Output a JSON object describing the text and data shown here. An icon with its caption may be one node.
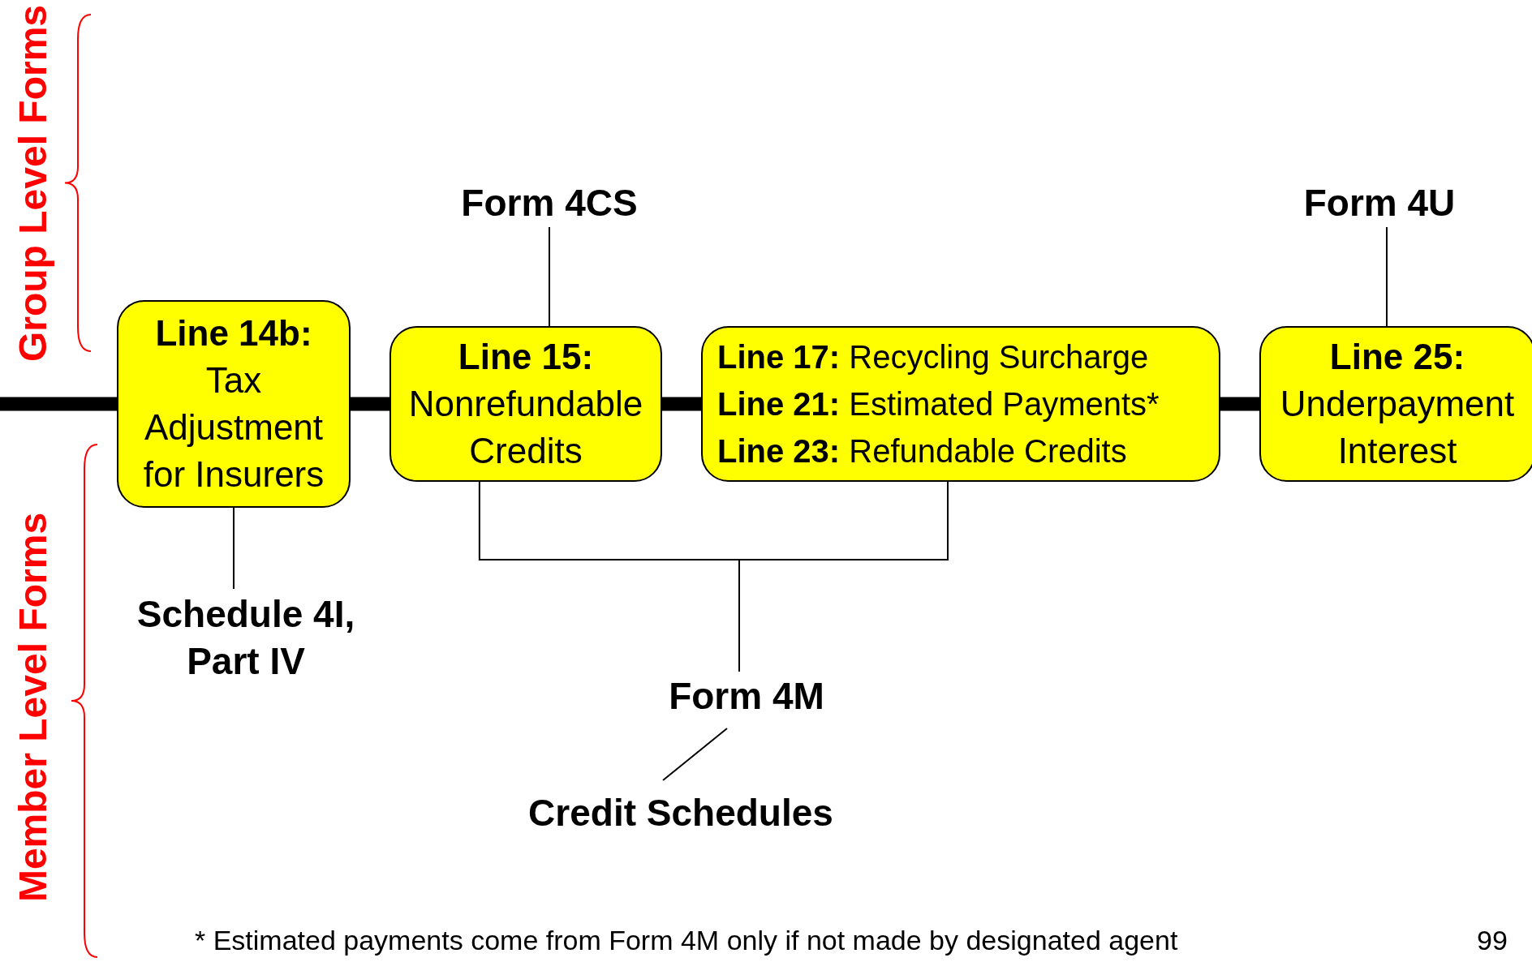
{
  "diagram": {
    "nodes": [
      {
        "text": [
          "Line 14b:",
          "Tax Adjustment for Insurers"
        ]
      },
      {
        "text": [
          "Line 15:",
          "Nonrefundable Credits"
        ]
      },
      {
        "text": [
          "**Line 17:** Recycling Surcharge",
          "**Line 21:** Estimated Payments*",
          "**Line 23:** Refundable Credits"
        ]
      },
      {
        "text": [
          "Line 25:",
          "Underpayment Interest"
        ]
      },
      {
        "text": [
          "Form 4CS"
        ]
      },
      {
        "text": [
          "Form 4U"
        ]
      },
      {
        "text": [
          "Schedule 4I, Part IV"
        ]
      },
      {
        "text": [
          "Form 4M"
        ]
      },
      {
        "text": [
          "Credit Schedules"
        ]
      }
    ],
    "edges": [
      {
        "from": null,
        "to": 0,
        "arrow": "none",
        "style": "thick"
      },
      {
        "from": 0,
        "to": 1,
        "arrow": "none",
        "style": "thick"
      },
      {
        "from": 1,
        "to": 2,
        "arrow": "none",
        "style": "thick"
      },
      {
        "from": 2,
        "to": 3,
        "arrow": "none",
        "style": "thick"
      },
      {
        "from": 4,
        "to": 1,
        "arrow": "none"
      },
      {
        "from": 5,
        "to": 3,
        "arrow": "none"
      },
      {
        "from": 0,
        "to": 6,
        "arrow": "none"
      },
      {
        "from": 1,
        "to": 7,
        "arrow": "none"
      },
      {
        "from": 2,
        "to": 7,
        "arrow": "none"
      },
      {
        "from": 7,
        "to": 8,
        "arrow": "none"
      }
    ],
    "labels": [
      "Group Level Forms",
      "Member Level Forms",
      "* Estimated payments come from Form 4M only if not made by designated agent",
      "99"
    ]
  }
}
